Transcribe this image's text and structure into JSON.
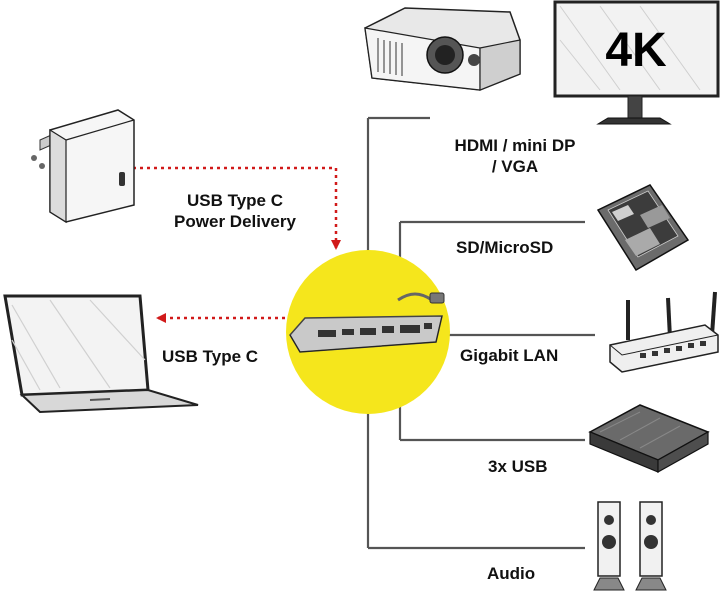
{
  "labels": {
    "power_line1": "USB Type C",
    "power_line2": "Power Delivery",
    "usb_type_c": "USB Type C",
    "video_line1": "HDMI / mini DP",
    "video_line2": "/ VGA",
    "sd": "SD/MicroSD",
    "lan": "Gigabit LAN",
    "usb": "3x USB",
    "audio": "Audio",
    "monitor_badge": "4K"
  },
  "colors": {
    "hub_circle": "#f5e61c",
    "arrow_red": "#d11a1a",
    "line": "#555555"
  },
  "icons": [
    "projector-icon",
    "monitor-icon",
    "charger-icon",
    "sd-card-icon",
    "laptop-icon",
    "router-icon",
    "hdd-icon",
    "speakers-icon",
    "usb-hub-icon"
  ]
}
